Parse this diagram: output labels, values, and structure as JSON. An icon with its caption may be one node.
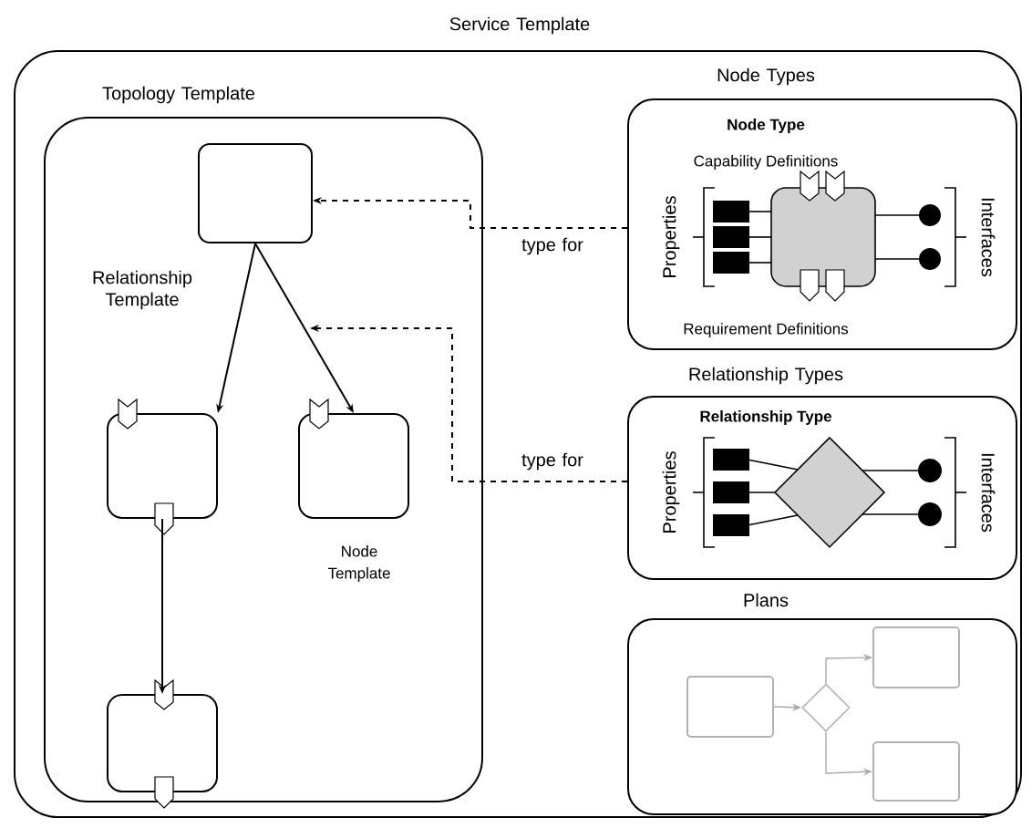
{
  "diagram": {
    "nodes": [
      {
        "text": [
          "Service Template"
        ]
      },
      {
        "text": [
          "Topology Template"
        ],
        "in": 0
      },
      {
        "text": [],
        "shape": "box",
        "in": 1
      },
      {
        "text": [],
        "shape": "box",
        "in": 1
      },
      {
        "text": [
          "Node Template"
        ],
        "in": 1
      },
      {
        "text": [],
        "shape": "box",
        "in": 1
      },
      {
        "text": [
          "Node Types"
        ],
        "in": 0
      },
      {
        "text": [
          "Relationship Types"
        ],
        "in": 0
      },
      {
        "text": [
          "Plans"
        ],
        "in": 0
      },
      {
        "text": [],
        "shape": "box",
        "in": 8
      },
      {
        "text": [],
        "shape": "diamond",
        "in": 8
      },
      {
        "text": [],
        "shape": "box",
        "in": 8
      },
      {
        "text": [],
        "shape": "box",
        "in": 8
      }
    ],
    "edges": [
      {
        "from": 2,
        "to": 3,
        "arrow": "to",
        "label": "Relationship Template"
      },
      {
        "from": 2,
        "to": 4,
        "arrow": "to"
      },
      {
        "from": 3,
        "to": 5,
        "arrow": "to"
      },
      {
        "from": 6,
        "to": 2,
        "arrow": "to",
        "style": "dashed",
        "label": "type for"
      },
      {
        "from": 7,
        "to": null,
        "arrow": "to",
        "style": "dashed",
        "label": "type for"
      },
      {
        "from": 9,
        "to": 10,
        "arrow": "to",
        "color": "#aaaaaa"
      },
      {
        "from": 10,
        "to": 11,
        "arrow": "to",
        "color": "#aaaaaa"
      },
      {
        "from": 10,
        "to": 12,
        "arrow": "to",
        "color": "#aaaaaa"
      }
    ],
    "labels": [
      "Node Type",
      "Capability Definitions",
      "Properties",
      "Interfaces",
      "Requirement Definitions",
      "Relationship Type",
      "Properties",
      "Interfaces"
    ]
  }
}
